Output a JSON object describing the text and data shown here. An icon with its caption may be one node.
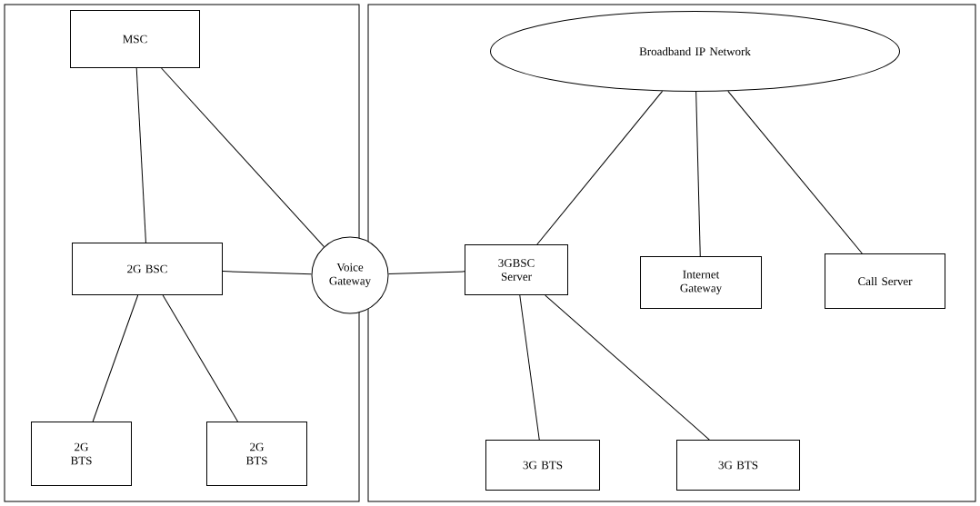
{
  "diagram": {
    "nodes": [
      {
        "text": [],
        "shape": "box"
      },
      {
        "text": [],
        "shape": "box"
      },
      {
        "text": [
          "MSC"
        ],
        "in": 0
      },
      {
        "text": [
          "2G BSC"
        ],
        "in": 0
      },
      {
        "text": [
          "2G BTS"
        ],
        "in": 0
      },
      {
        "text": [
          "2G BTS"
        ],
        "in": 0
      },
      {
        "text": [
          "Voice Gateway"
        ]
      },
      {
        "text": [
          "Broadband IP Network"
        ],
        "in": 1
      },
      {
        "text": [
          "3GBSC Server"
        ],
        "in": 1
      },
      {
        "text": [
          "Internet Gateway"
        ],
        "in": 1
      },
      {
        "text": [
          "Call Server"
        ],
        "in": 1
      },
      {
        "text": [
          "3G BTS"
        ],
        "in": 1
      },
      {
        "text": [
          "3G BTS"
        ],
        "in": 1
      }
    ],
    "edges": [
      {
        "from": 2,
        "to": 3,
        "arrow": "none"
      },
      {
        "from": 2,
        "to": 6,
        "arrow": "none"
      },
      {
        "from": 3,
        "to": 6,
        "arrow": "none"
      },
      {
        "from": 3,
        "to": 4,
        "arrow": "none"
      },
      {
        "from": 3,
        "to": 5,
        "arrow": "none"
      },
      {
        "from": 6,
        "to": 8,
        "arrow": "none"
      },
      {
        "from": 7,
        "to": 8,
        "arrow": "none"
      },
      {
        "from": 7,
        "to": 9,
        "arrow": "none"
      },
      {
        "from": 7,
        "to": 10,
        "arrow": "none"
      },
      {
        "from": 8,
        "to": 11,
        "arrow": "none"
      },
      {
        "from": 8,
        "to": 12,
        "arrow": "none"
      }
    ]
  }
}
